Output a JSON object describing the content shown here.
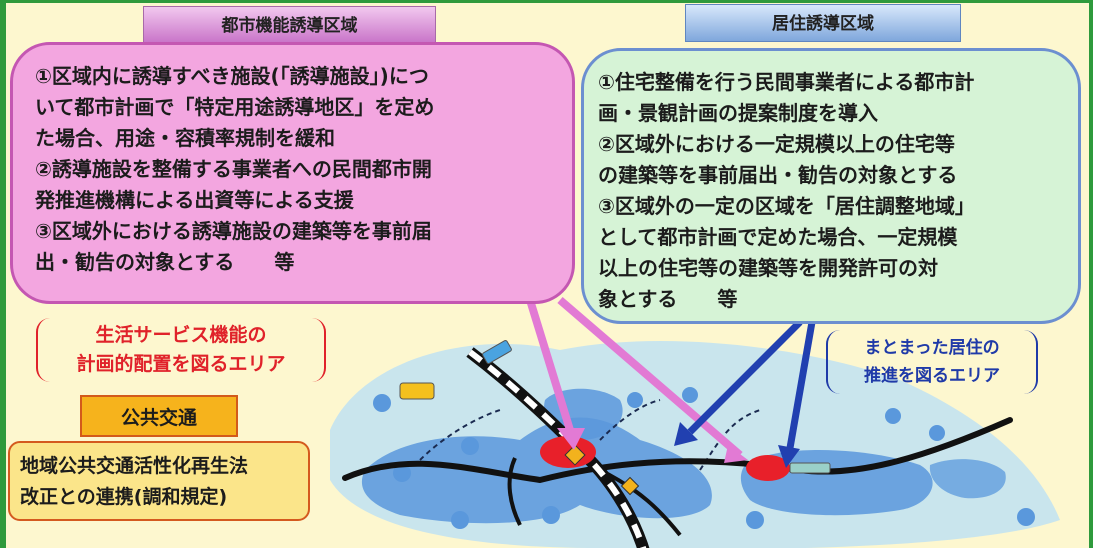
{
  "header": {
    "urban_function_area": "都市機能誘導区域",
    "residential_area": "居住誘導区域"
  },
  "urban_box": {
    "lines": [
      "①区域内に誘導すべき施設(「誘導施設」)につ",
      "いて都市計画で「特定用途誘導地区」を定め",
      "た場合、用途・容積率規制を緩和",
      "②誘導施設を整備する事業者への民間都市開",
      "発推進機構による出資等による支援",
      "③区域外における誘導施設の建築等を事前届",
      "出・勧告の対象とする　　等"
    ]
  },
  "residential_box": {
    "lines": [
      "①住宅整備を行う民間事業者による都市計",
      "画・景観計画の提案制度を導入",
      "②区域外における一定規模以上の住宅等",
      "の建築等を事前届出・勧告の対象とする",
      "③区域外の一定の区域を「居住調整地域」",
      "として都市計画で定めた場合、一定規模",
      "以上の住宅等の建築等を開発許可の対",
      "象とする　　等"
    ]
  },
  "callouts": {
    "service_line1": "生活サービス機能の",
    "service_line2": "計画的配置を図るエリア",
    "residence_line1": "まとまった居住の",
    "residence_line2": "推進を図るエリア"
  },
  "transit": {
    "label": "公共交通",
    "line1": "地域公共交通活性化再生法",
    "line2": "改正との連携(調和規定)"
  },
  "colors": {
    "frame_green": "#2f9a3c",
    "background": "#fdf7cf",
    "urban_pink": "#f3a6e0",
    "residential_green": "#d6f3d6",
    "arrow_pink": "#e27ad4",
    "arrow_blue": "#2140b0",
    "callout_red": "#e0222a",
    "transit_orange": "#f6b31c"
  }
}
